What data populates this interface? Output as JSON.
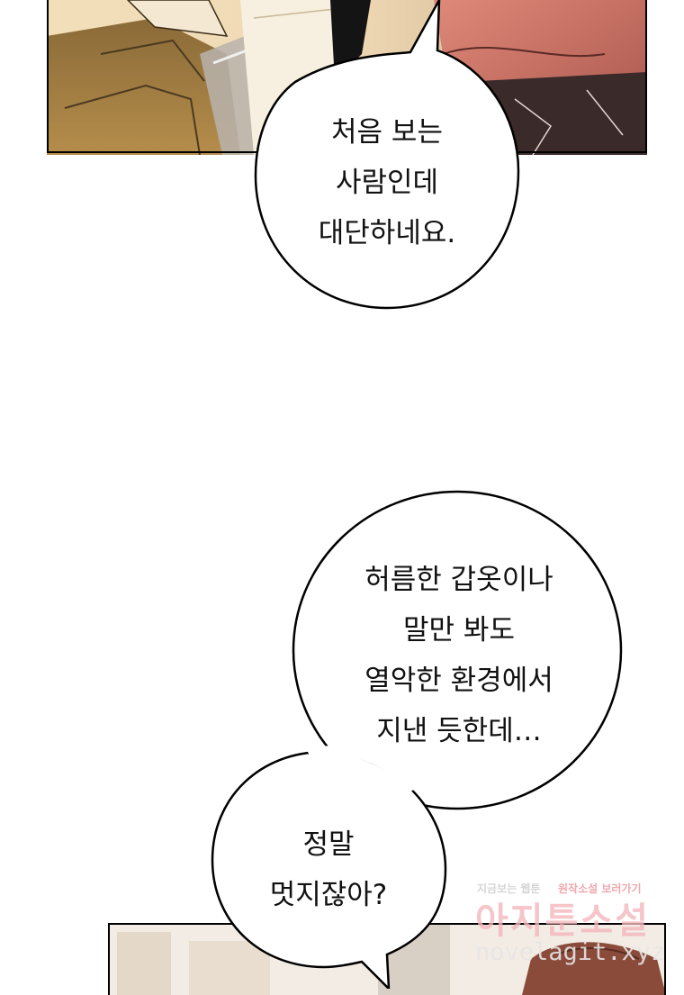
{
  "bubbles": {
    "first": {
      "lines": [
        "처음 보는",
        "사람인데",
        "대단하네요."
      ]
    },
    "second": {
      "lines": [
        "허름한 갑옷이나",
        "말만 봐도",
        "열악한 환경에서",
        "지낸 듯한데…"
      ]
    },
    "third": {
      "lines": [
        "정말",
        "멋지잖아?"
      ]
    }
  },
  "watermark": {
    "tagline_a": "지금보는 웹툰",
    "tagline_b": "원작소설 보러가기",
    "brand": "아지툰소설",
    "url": "novelagit.xyz"
  }
}
